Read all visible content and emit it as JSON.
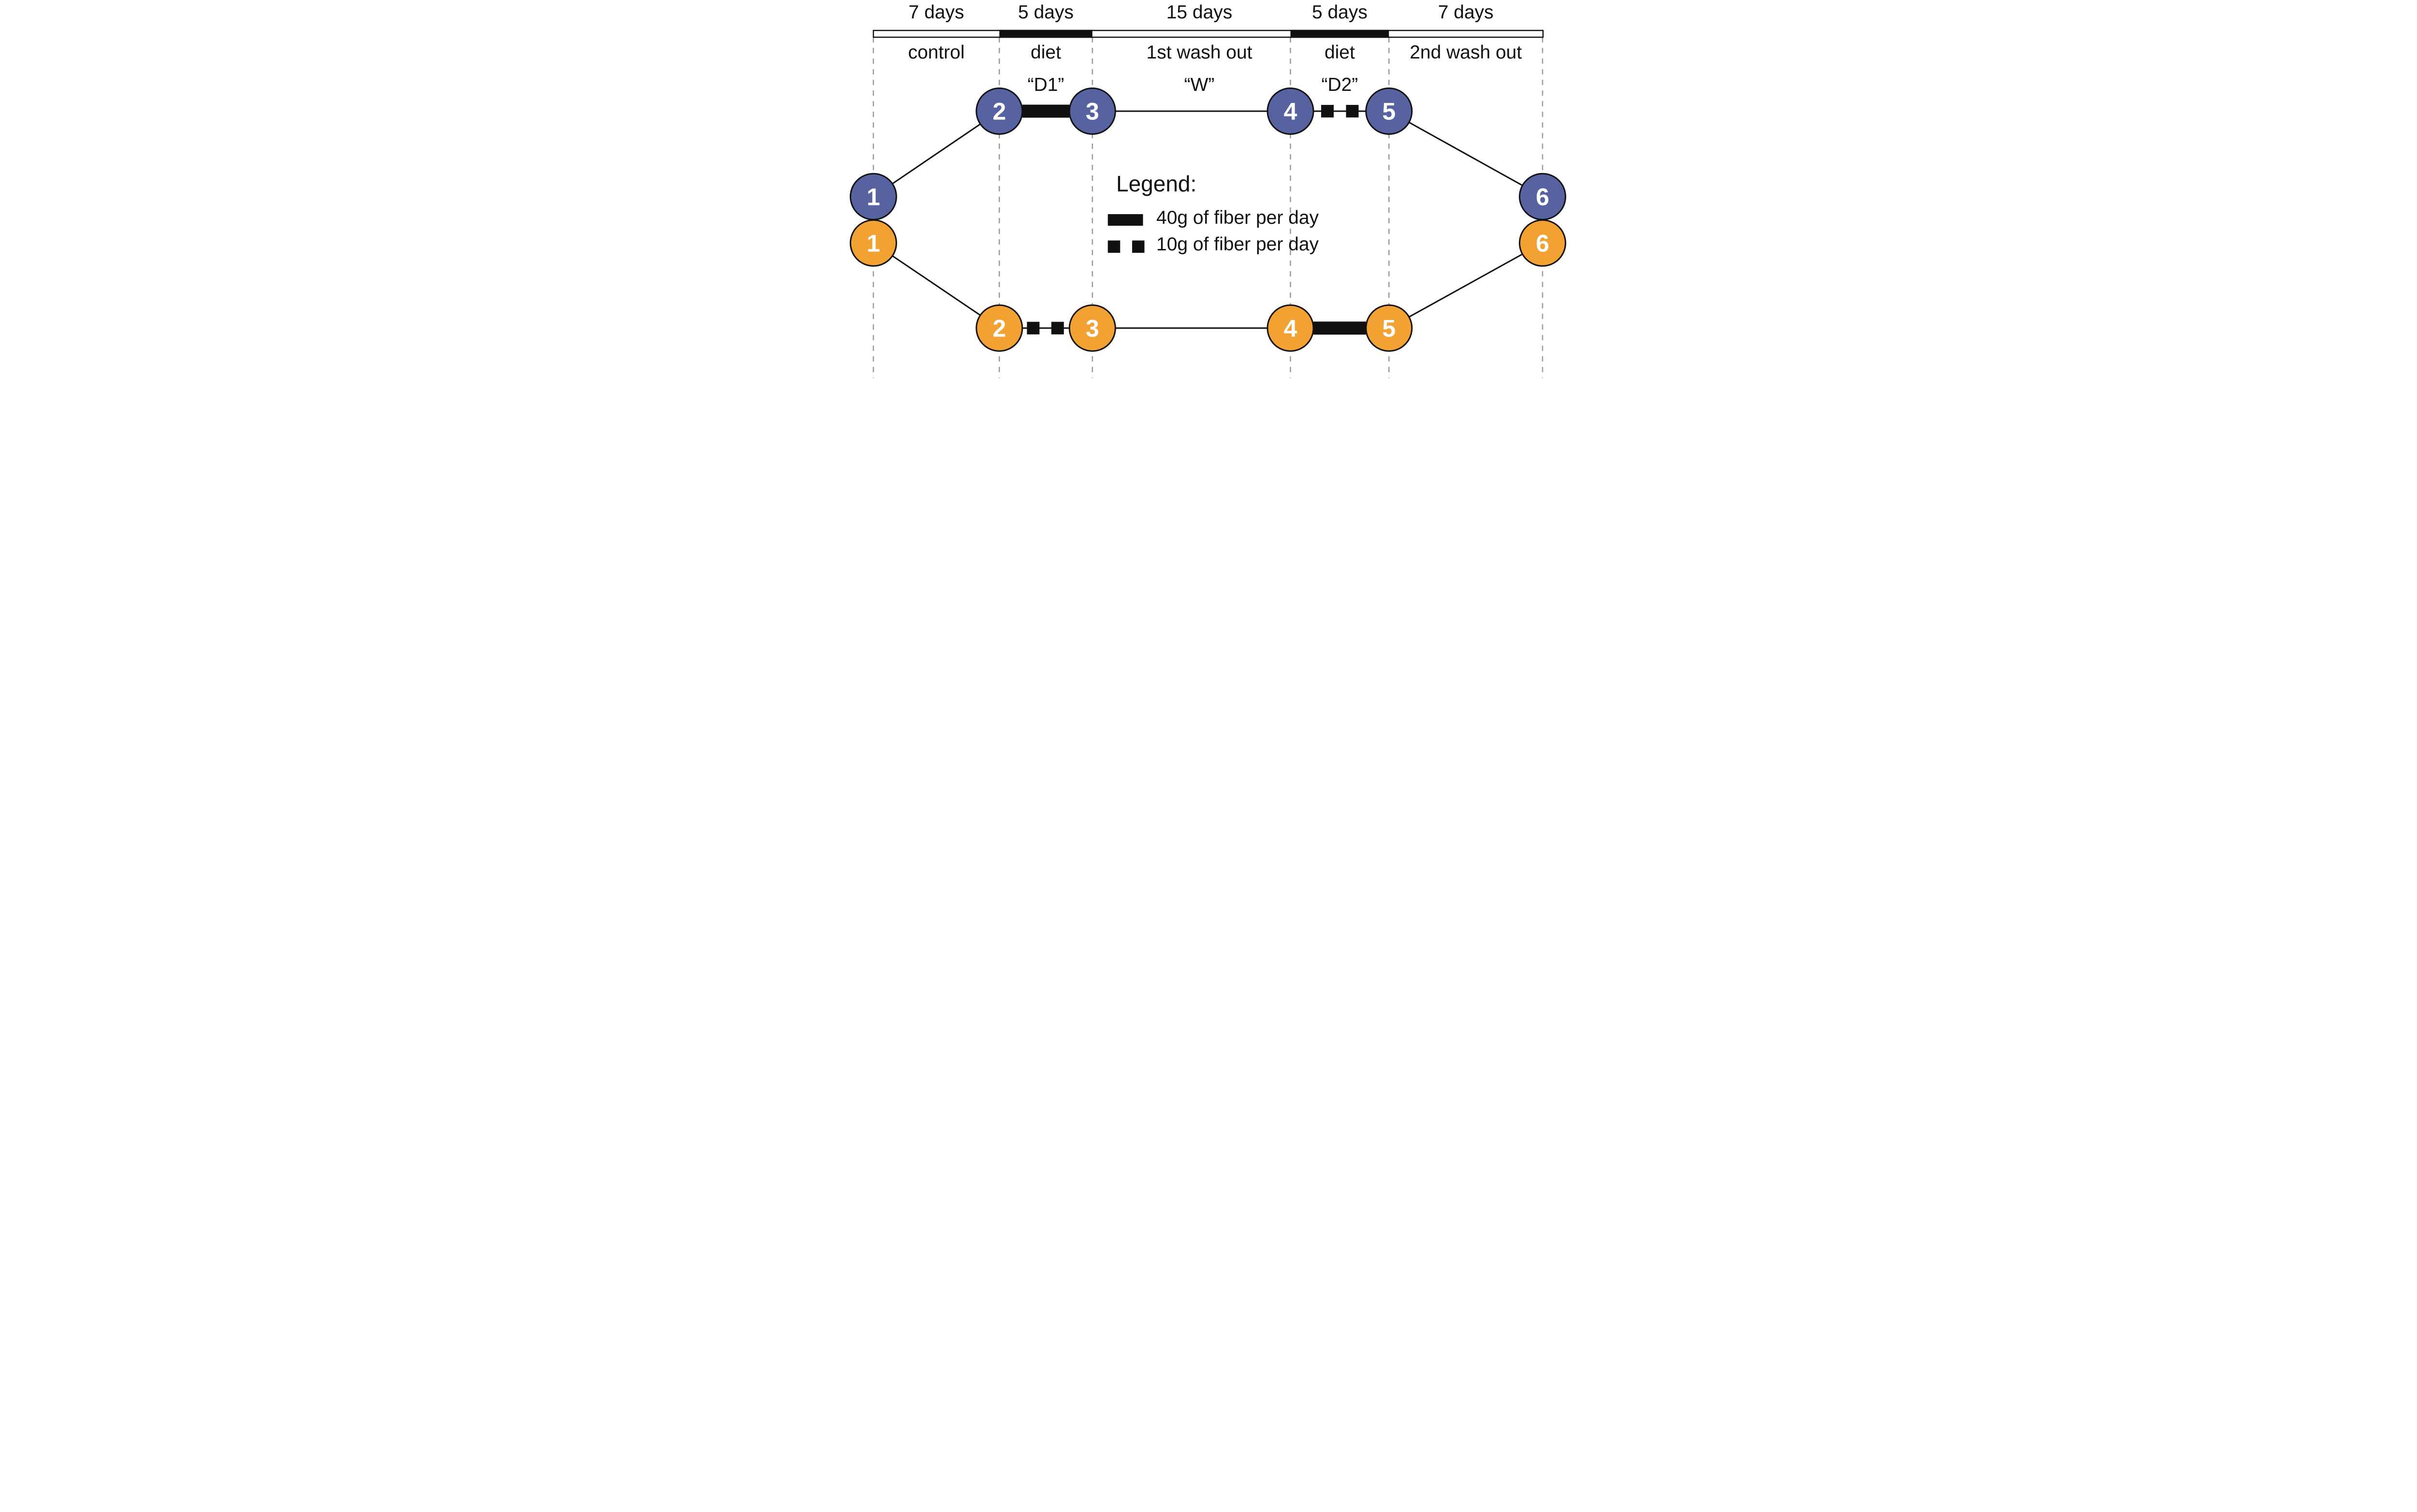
{
  "timeline": {
    "segments": [
      {
        "duration": "7 days",
        "phase": "control"
      },
      {
        "duration": "5 days",
        "phase": "diet",
        "code": "“D1”"
      },
      {
        "duration": "15 days",
        "phase": "1st wash out",
        "code": "“W”"
      },
      {
        "duration": "5 days",
        "phase": "diet",
        "code": "“D2”"
      },
      {
        "duration": "7 days",
        "phase": "2nd wash out"
      }
    ]
  },
  "arms": {
    "blue": {
      "color": "#5663A0",
      "nodes": [
        "1",
        "2",
        "3",
        "4",
        "5",
        "6"
      ]
    },
    "orange": {
      "color": "#F2A133",
      "nodes": [
        "1",
        "2",
        "3",
        "4",
        "5",
        "6"
      ]
    }
  },
  "legend": {
    "title": "Legend:",
    "items": [
      {
        "symbol": "thick-bar",
        "label": "40g of fiber per day"
      },
      {
        "symbol": "two-squares",
        "label": "10g of fiber per day"
      }
    ]
  },
  "colors": {
    "blue": "#5663A0",
    "orange": "#F2A133",
    "line": "#111111",
    "gridline": "#9A9A9A",
    "node_number_text": "#FFFFFF"
  }
}
